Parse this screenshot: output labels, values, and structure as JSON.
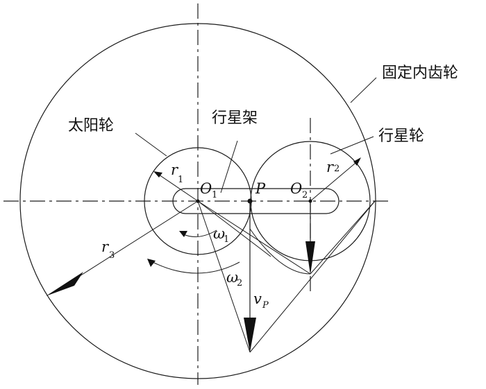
{
  "labels": {
    "fixed_ring_gear": "固定内齿轮",
    "sun_gear": "太阳轮",
    "planet_carrier": "行星架",
    "planet_gear": "行星轮"
  },
  "symbols": {
    "r1": "r",
    "r1_sub": "1",
    "r2": "r",
    "r2_sub": "2",
    "r3": "r",
    "r3_sub": "3",
    "o1": "O",
    "o1_sub": "1",
    "o2": "O",
    "o2_sub": "2",
    "p": "P",
    "omega1": "ω",
    "omega1_sub": "1",
    "omega2": "ω",
    "omega2_sub": "2",
    "vp": "v",
    "vp_sub": "P"
  }
}
